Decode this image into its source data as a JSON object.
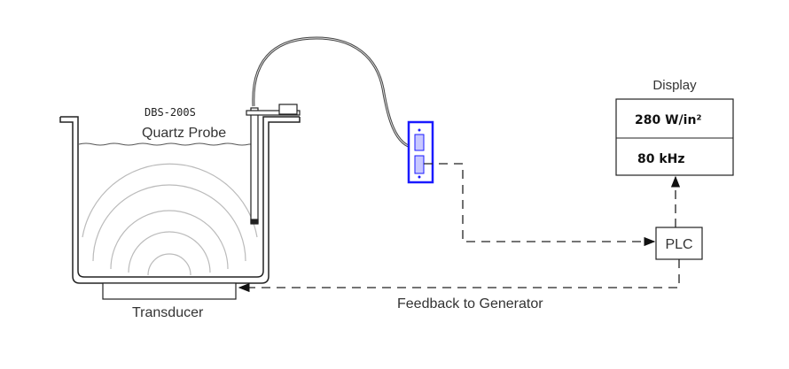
{
  "labels": {
    "probe_model": "DBS-200S",
    "probe_name": "Quartz Probe",
    "transducer": "Transducer",
    "feedback": "Feedback to Generator",
    "display_title": "Display",
    "plc": "PLC"
  },
  "display": {
    "power_density": "280 W/in²",
    "frequency": "80 kHz"
  },
  "colors": {
    "sensor": "#1a1aff",
    "sensor_fill": "#c8c8ff",
    "line": "#222222",
    "waves": "#bbbbbb"
  }
}
